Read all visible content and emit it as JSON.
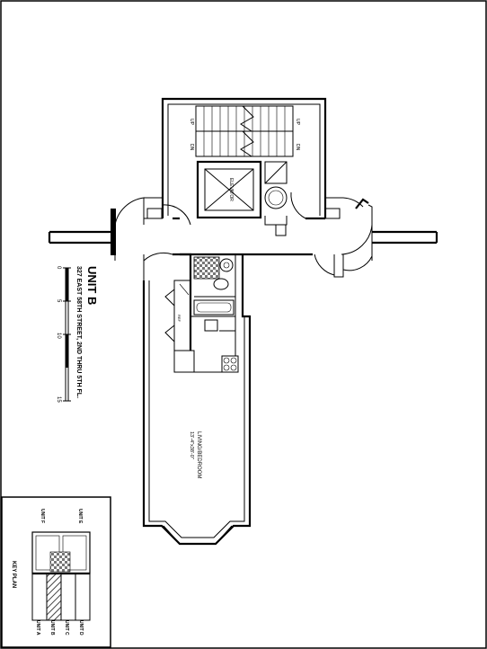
{
  "sheet": {
    "unit_title": "UNIT B",
    "address_line": "327 EAST 58TH STREET, 2ND THRU 5TH FL.",
    "scale_labels": [
      "0",
      "5",
      "10",
      "15"
    ]
  },
  "rooms": {
    "living": "LIVING/BEDROOM",
    "living_dim": "13'-4\"x38'-0\"",
    "elevator": "ELEVATOR",
    "stair_up": "UP",
    "stair_dn": "DN",
    "kitchen_ref": "REF"
  },
  "key_plan": {
    "title": "KEY PLAN",
    "units_top": [
      "UNIT F",
      "UNIT E"
    ],
    "units_bottom": [
      "UNIT A",
      "UNIT B",
      "UNIT C",
      "UNIT D"
    ]
  }
}
